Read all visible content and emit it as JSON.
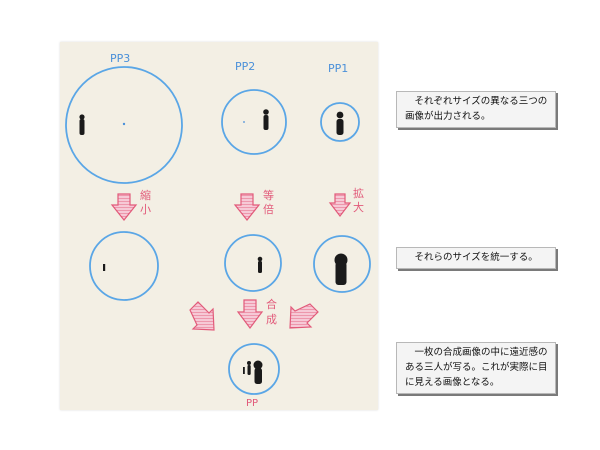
{
  "diagram": {
    "labels": {
      "pp3": "PP3",
      "pp2": "PP2",
      "pp1": "PP1",
      "pp": "PP",
      "shrink": "縮小",
      "same": "等倍",
      "enlarge": "拡大",
      "composite": "合成"
    },
    "colors": {
      "circle": "#5aa6e6",
      "arrow": "#e25a7a",
      "figure": "#1a1a1a",
      "paper": "#f3efe4"
    }
  },
  "notes": [
    {
      "text": "それぞれサイズの異なる三つの画像が出力される。"
    },
    {
      "text": "それらのサイズを統一する。"
    },
    {
      "text": "一枚の合成画像の中に遠近感のある三人が写る。これが実際に目に見える画像となる。"
    }
  ]
}
